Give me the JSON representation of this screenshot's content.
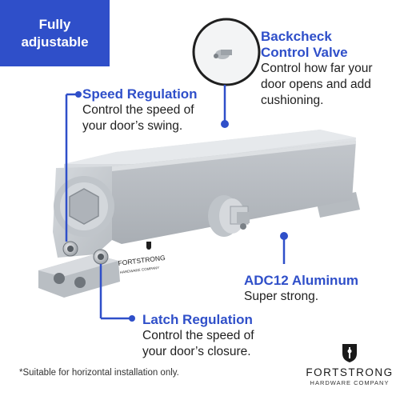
{
  "badge": {
    "line1": "Fully",
    "line2": "adjustable"
  },
  "callouts": {
    "speed": {
      "title": "Speed Regulation",
      "line1": "Control the speed of",
      "line2": "your door’s swing."
    },
    "backcheck": {
      "title1": "Backcheck",
      "title2": "Control Valve",
      "line1": "Control how far your",
      "line2": "door opens and add",
      "line3": "cushioning."
    },
    "aluminum": {
      "title": "ADC12 Aluminum",
      "line1": "Super strong."
    },
    "latch": {
      "title": "Latch Regulation",
      "line1": "Control the speed of",
      "line2": "your door’s closure."
    }
  },
  "footnote": "*Suitable for horizontal installation only.",
  "logo": {
    "name": "FORTSTRONG",
    "sub": "HARDWARE COMPANY"
  },
  "product_label": {
    "name": "FORTSTRONG",
    "sub": "HARDWARE COMPANY"
  },
  "colors": {
    "accent": "#2f4fc9",
    "metal": "#c9cdd2"
  }
}
